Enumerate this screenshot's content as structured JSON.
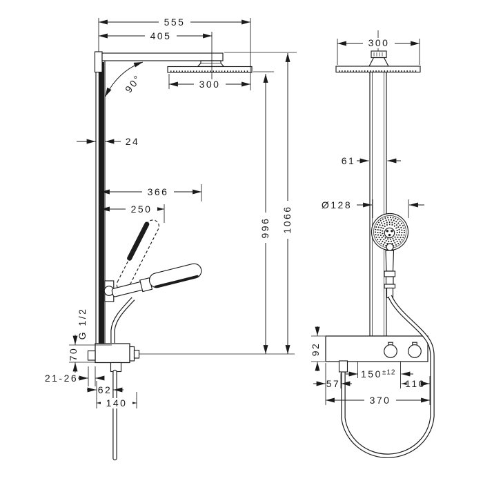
{
  "drawing": {
    "kind": "technical-dimension-drawing",
    "subject": "showerpipe with overhead shower, hand shower and shower tablet thermostat",
    "background": "#ffffff",
    "line_color": "#1a1a1a",
    "fill_dark": "#1c1c1c"
  },
  "views": {
    "side": {
      "title": "side-view",
      "dims": {
        "total_width": "555",
        "arm_projection": "405",
        "overhead_width": "300",
        "arm_angle": "90°",
        "bar_depth": "24",
        "handshower_reach": "366",
        "handshower_upright_reach": "250",
        "connection_thread": "G 1/2",
        "connection_drop": "70",
        "wall_clearance": "21-26",
        "hose_offset": "62",
        "total_depth": "140",
        "height_overhead": "996",
        "height_total": "1066"
      }
    },
    "front": {
      "title": "front-view",
      "dims": {
        "overhead_width": "300",
        "pipe_width": "61",
        "handshower_diameter": "Ø128",
        "thermostat_height": "92",
        "inlet_left_offset": "57",
        "supply_spacing": "150",
        "supply_tolerance": "±12",
        "inlet_right_offset": "110",
        "thermostat_width": "370"
      }
    }
  }
}
